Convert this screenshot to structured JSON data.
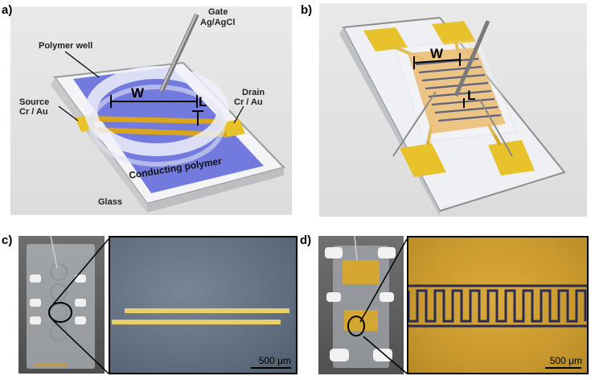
{
  "panels": {
    "a": {
      "label": "a)",
      "gate": "Gate",
      "gate_electrode": "Ag/AgCl",
      "polymer_well": "Polymer well",
      "width_symbol": "W",
      "length_symbol": "L",
      "source": "Source",
      "source_material": "Cr / Au",
      "drain": "Drain",
      "drain_material": "Cr / Au",
      "conducting_polymer": "Conducting polymer",
      "glass": "Glass"
    },
    "b": {
      "label": "b)",
      "width_symbol": "W",
      "length_symbol": "L"
    },
    "c": {
      "label": "c)",
      "scale_bar": "500 μm"
    },
    "d": {
      "label": "d)",
      "scale_bar": "500 μm"
    }
  },
  "colors": {
    "gold": "#e8c22a",
    "polymer_blue": "#5b64d8",
    "micrograph_c": "#5d6b7c",
    "micrograph_d": "#c99a2e",
    "interdigitated": "#2a2a55"
  }
}
